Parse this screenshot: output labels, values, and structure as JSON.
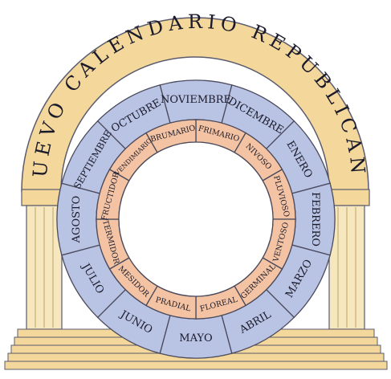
{
  "title": "NUEVO CALENDARIO REPUBLICANO",
  "colors": {
    "background": "#ffffff",
    "arch_fill": "#f3d79b",
    "arch_stroke": "#5b5b6e",
    "column_fill": "#f6e7bf",
    "column_line": "#c7ad74",
    "outer_ring": "#b9c3e3",
    "inner_ring": "#f3c3a3",
    "stroke": "#4a4a5c",
    "text": "#1a1a2a"
  },
  "months_gregorian": [
    "NOVIEMBRE",
    "DICEMBRE",
    "ENERO",
    "FEBRERO",
    "MARZO",
    "ABRIL",
    "MAYO",
    "JUNIO",
    "JULIO",
    "AGOSTO",
    "SEPTIEMBRE",
    "OCTUBRE"
  ],
  "months_republican": [
    "FRIMARIO",
    "NIVOSO",
    "PLUVIOSO",
    "VENTOSO",
    "GERMINAL",
    "FLOREAL",
    "PRADIAL",
    "MESIDOR",
    "TERMIDOR",
    "FRUCTIDOR",
    "VENDIMIARIO",
    "BRUMARIO"
  ]
}
